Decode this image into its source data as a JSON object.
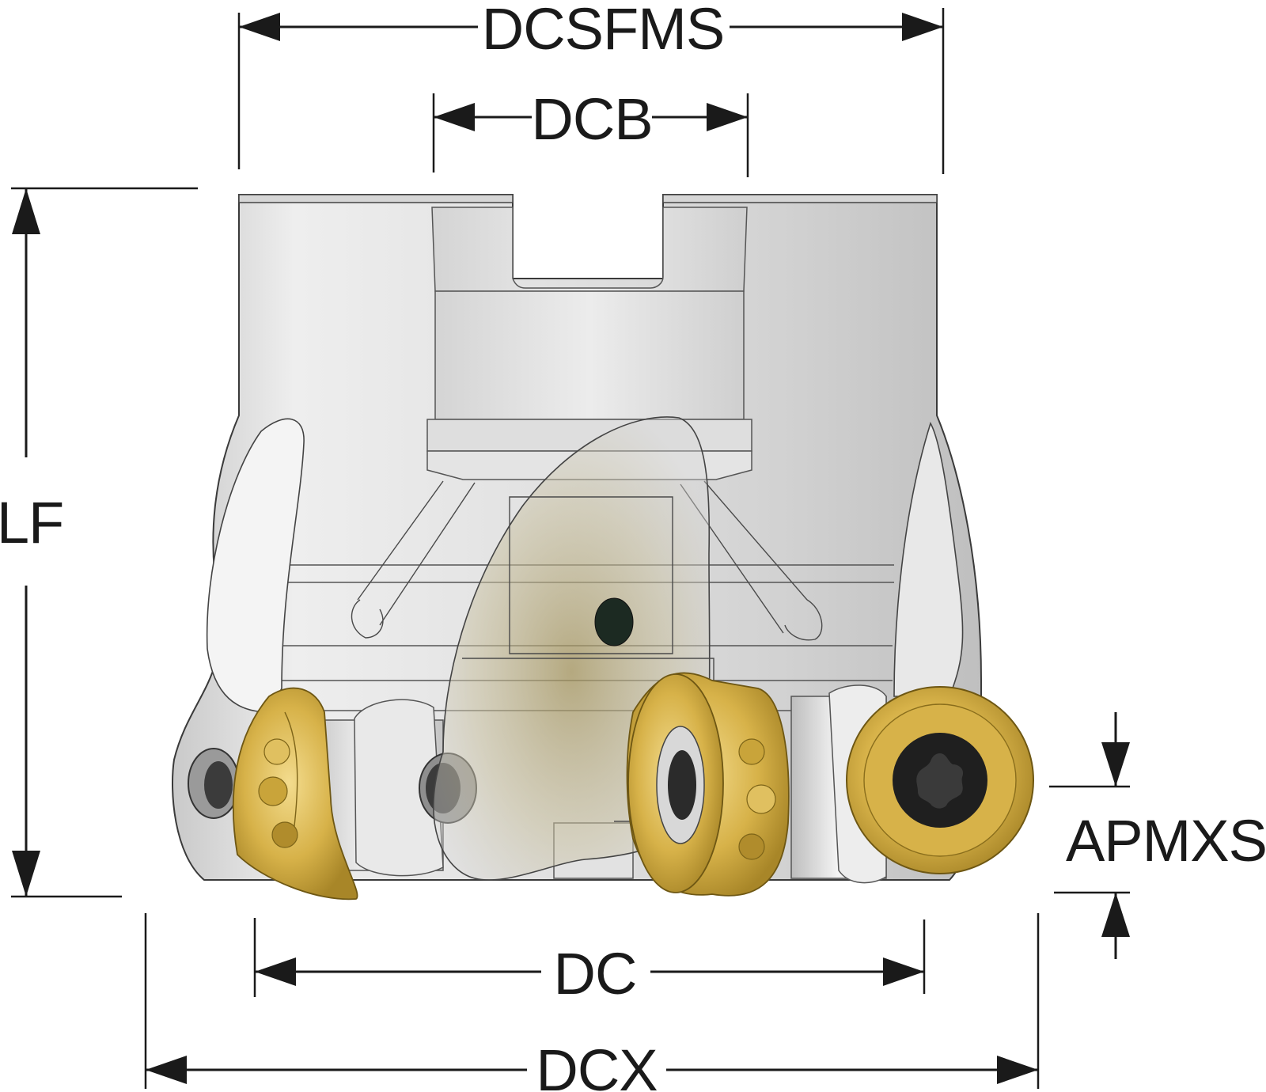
{
  "dimensions": {
    "dcsfms": "DCSFMS",
    "dcb": "DCB",
    "lf": "LF",
    "apmxs": "APMXS",
    "dc": "DC",
    "dcx": "DCX"
  },
  "colors": {
    "body_light": "#e6e6e6",
    "body_shade": "#b8b8b8",
    "insert_gold": "#d9b54a",
    "insert_dark": "#a88628",
    "line": "#1a1a1a"
  },
  "icons": {
    "arrow": "arrowhead",
    "screw": "torx-screw-icon"
  }
}
